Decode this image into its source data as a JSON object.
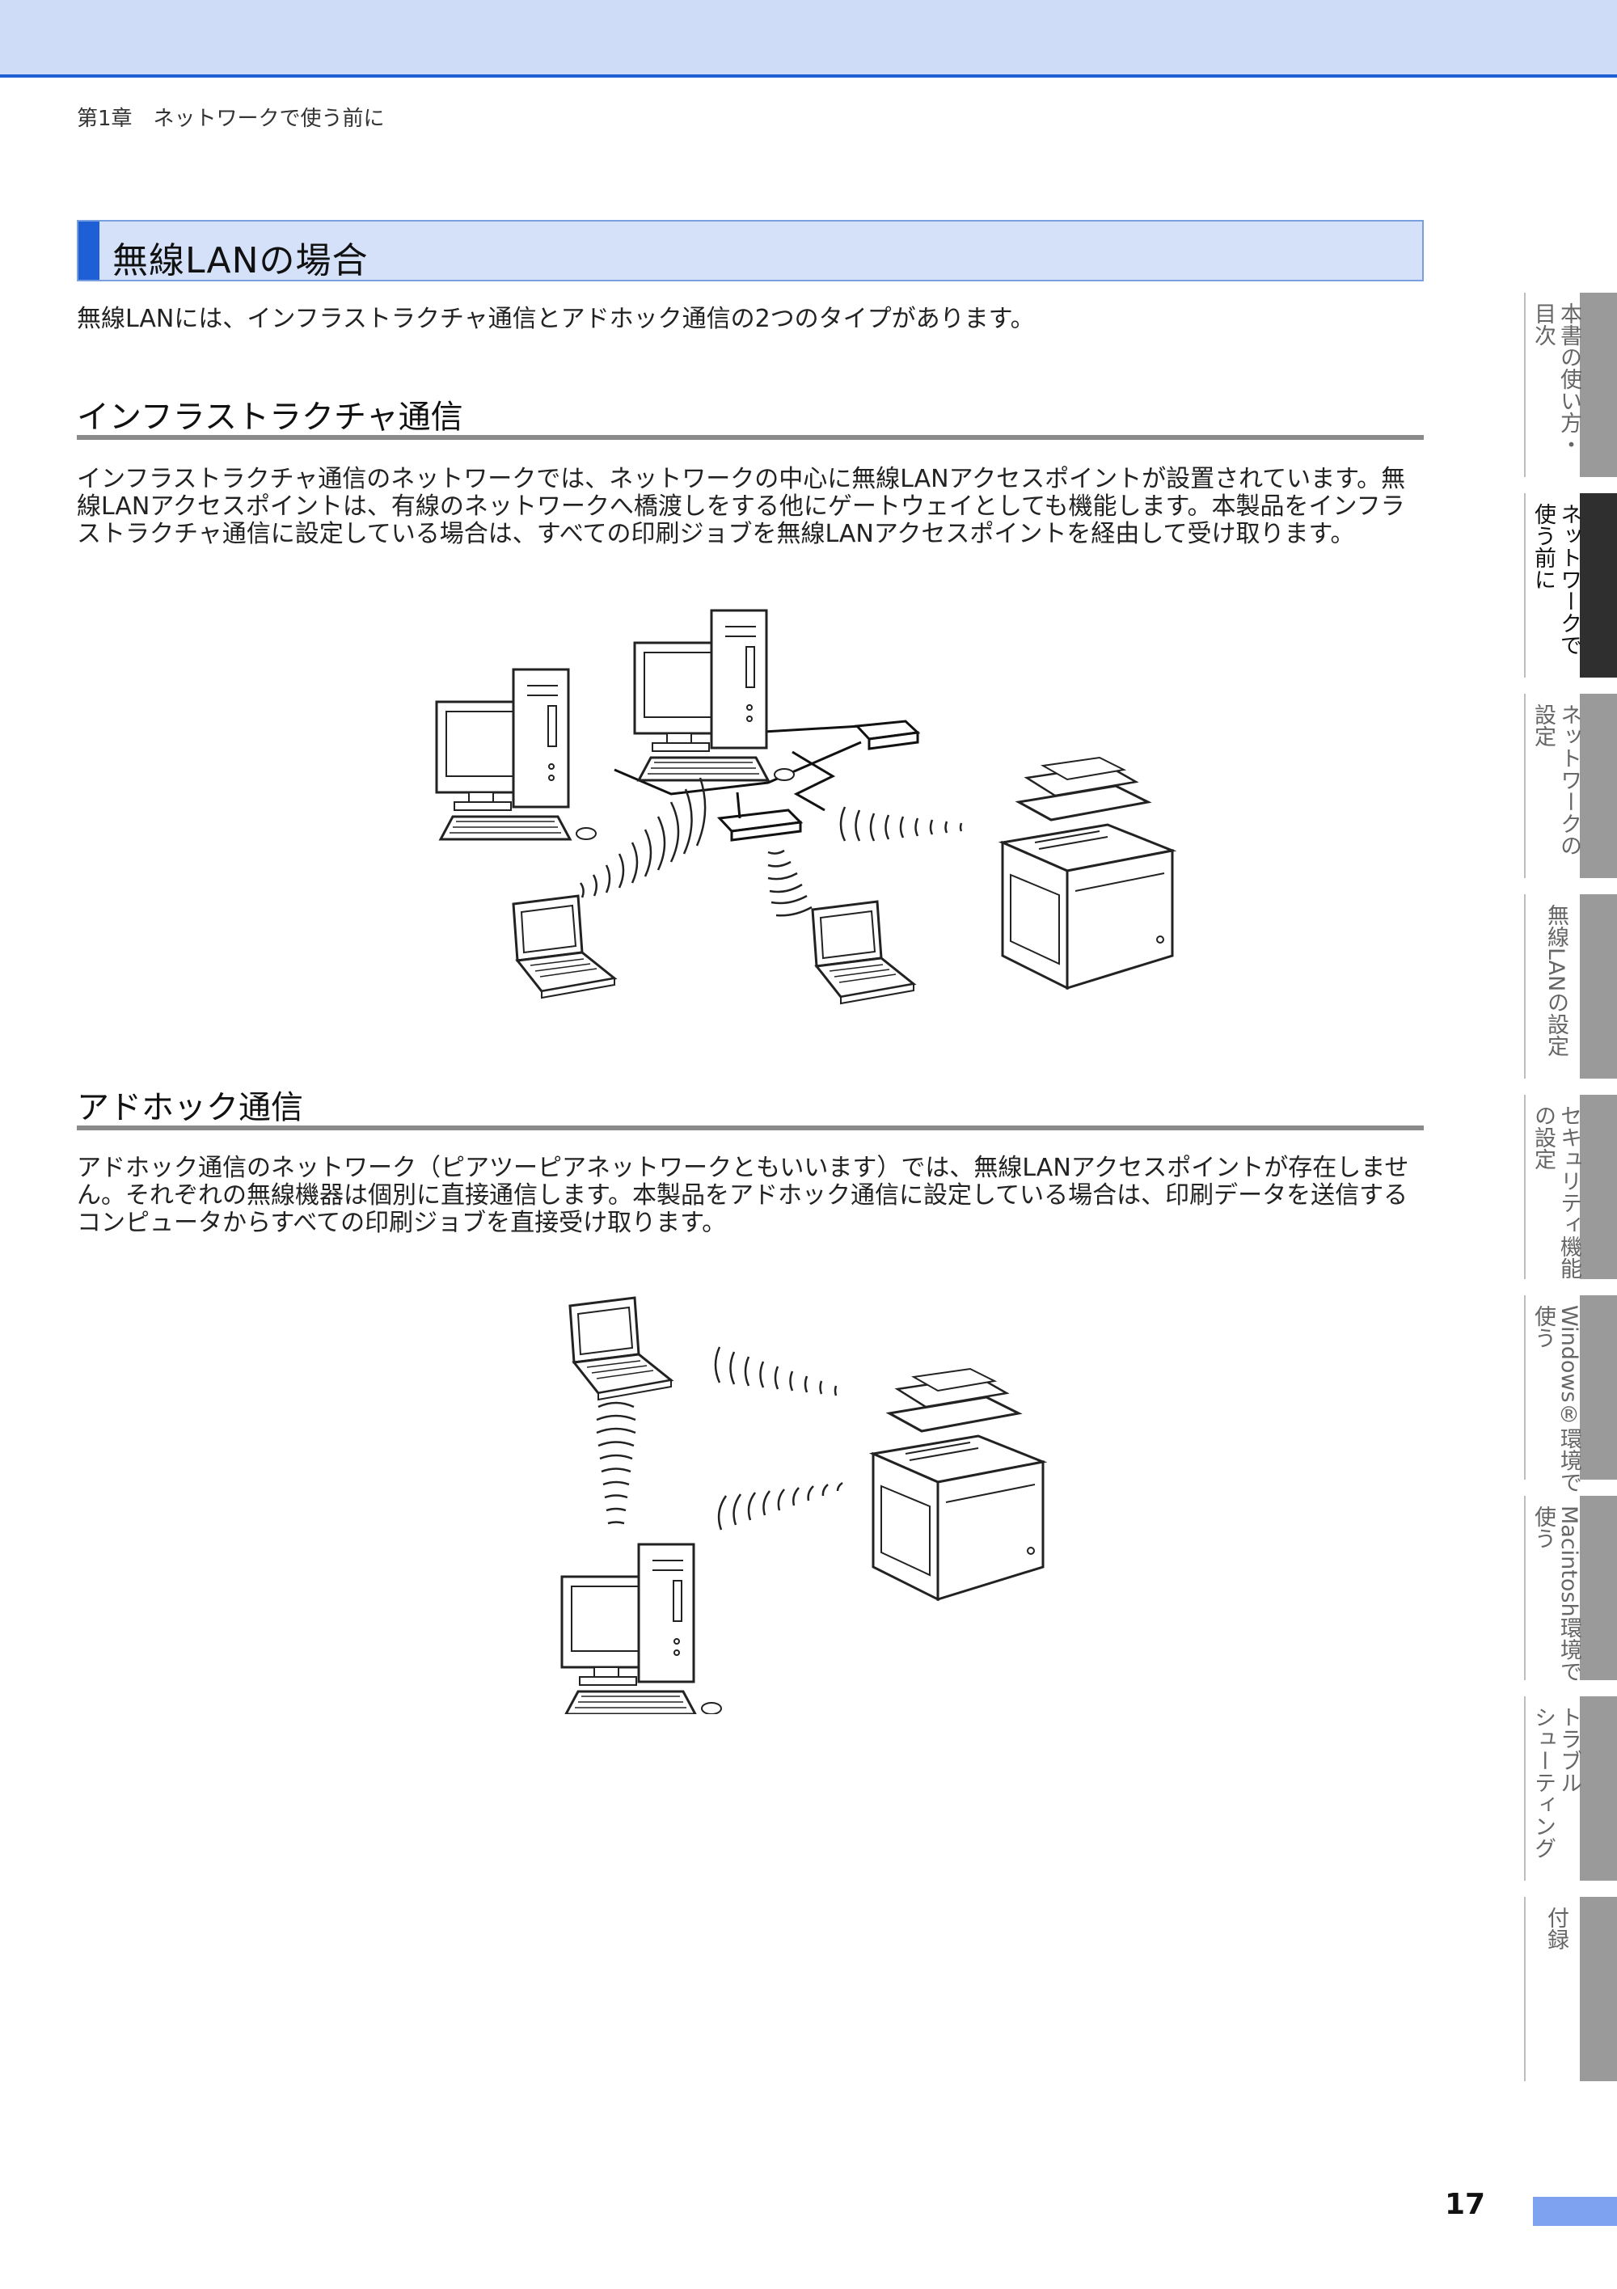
{
  "header": {
    "chapter": "第1章　ネットワークで使う前に"
  },
  "section": {
    "title": "無線LANの場合",
    "intro": "無線LANには、インフラストラクチャ通信とアドホック通信の2つのタイプがあります。"
  },
  "infra": {
    "heading": "インフラストラクチャ通信",
    "lines": [
      "インフラストラクチャ通信のネットワークでは、ネットワークの中心に無線LANアクセスポイントが設置されています。無",
      "線LANアクセスポイントは、有線のネットワークへ橋渡しをする他にゲートウェイとしても機能します。本製品をインフラ",
      "ストラクチャ通信に設定している場合は、すべての印刷ジョブを無線LANアクセスポイントを経由して受け取ります。"
    ]
  },
  "adhoc": {
    "heading": "アドホック通信",
    "lines": [
      "アドホック通信のネットワーク（ピアツーピアネットワークともいいます）では、無線LANアクセスポイントが存在しませ",
      "ん。それぞれの無線機器は個別に直接通信します。本製品をアドホック通信に設定している場合は、印刷データを送信する",
      "コンピュータからすべての印刷ジョブを直接受け取ります。"
    ]
  },
  "side_tabs": [
    {
      "line1": "本書の使い方・",
      "line2": "目次",
      "active": false
    },
    {
      "line1": "ネットワークで",
      "line2": "使う前に",
      "active": true
    },
    {
      "line1": "ネットワークの",
      "line2": "設定",
      "active": false
    },
    {
      "line1": "無線LANの設定",
      "line2": "",
      "active": false
    },
    {
      "line1": "セキュリティ機能",
      "line2": "の設定",
      "active": false
    },
    {
      "line1": "Windows®環境で",
      "line2": "使う",
      "active": false
    },
    {
      "line1": "Macintosh環境で",
      "line2": "使う",
      "active": false
    },
    {
      "line1": "トラブル",
      "line2": "シューティング",
      "active": false
    },
    {
      "line1": "付録",
      "line2": "",
      "active": false
    }
  ],
  "footer": {
    "page_number": "17"
  }
}
